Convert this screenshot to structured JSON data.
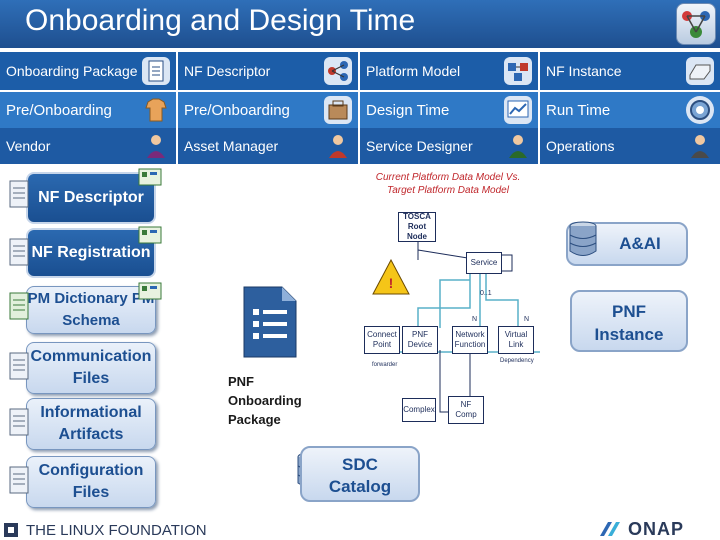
{
  "title": "Onboarding and Design Time",
  "header": {
    "row1": [
      "Onboarding Package",
      "NF Descriptor",
      "Platform Model",
      "NF Instance"
    ],
    "row2": [
      "Pre/Onboarding",
      "Pre/Onboarding",
      "Design Time",
      "Run Time"
    ],
    "row3": [
      "Vendor",
      "Asset Manager",
      "Service Designer",
      "Operations"
    ]
  },
  "left_boxes": {
    "nf_descriptor": "NF Descriptor",
    "nf_registration": "NF Registration",
    "pm_dictionary": "PM Dictionary PM Schema",
    "communication_files": "Communication Files",
    "informational_artifacts": "Informational Artifacts",
    "configuration_files": "Configuration Files"
  },
  "diagram": {
    "caption": "Current Platform Data Model Vs. Target Platform Data Model",
    "tosca_root": "TOSCA Root Node",
    "service": "Service",
    "connect_point": "Connect Point",
    "pnf_device": "PNF Device",
    "network_function": "Network Function",
    "virtual_link": "Virtual Link",
    "complex": "Complex",
    "nf_comp": "NF Comp",
    "label_0_1": "0..1",
    "label_n1": "N",
    "label_n2": "N",
    "label_forwarder": "forwarder",
    "label_dependency": "Dependency",
    "package_label": "PNF Onboarding Package",
    "sdc_catalog": "SDC Catalog",
    "aai": "A&AI",
    "pnf_instance": "PNF Instance"
  },
  "footer": {
    "linux_foundation": "THE LINUX FOUNDATION",
    "onap": "ONAP"
  },
  "colors": {
    "title_blue": "#1e4f8f",
    "header_dark": "#1c5da8",
    "header_light": "#2f79c6",
    "accent_red": "#c0262b",
    "box_text": "#1d4f91"
  }
}
